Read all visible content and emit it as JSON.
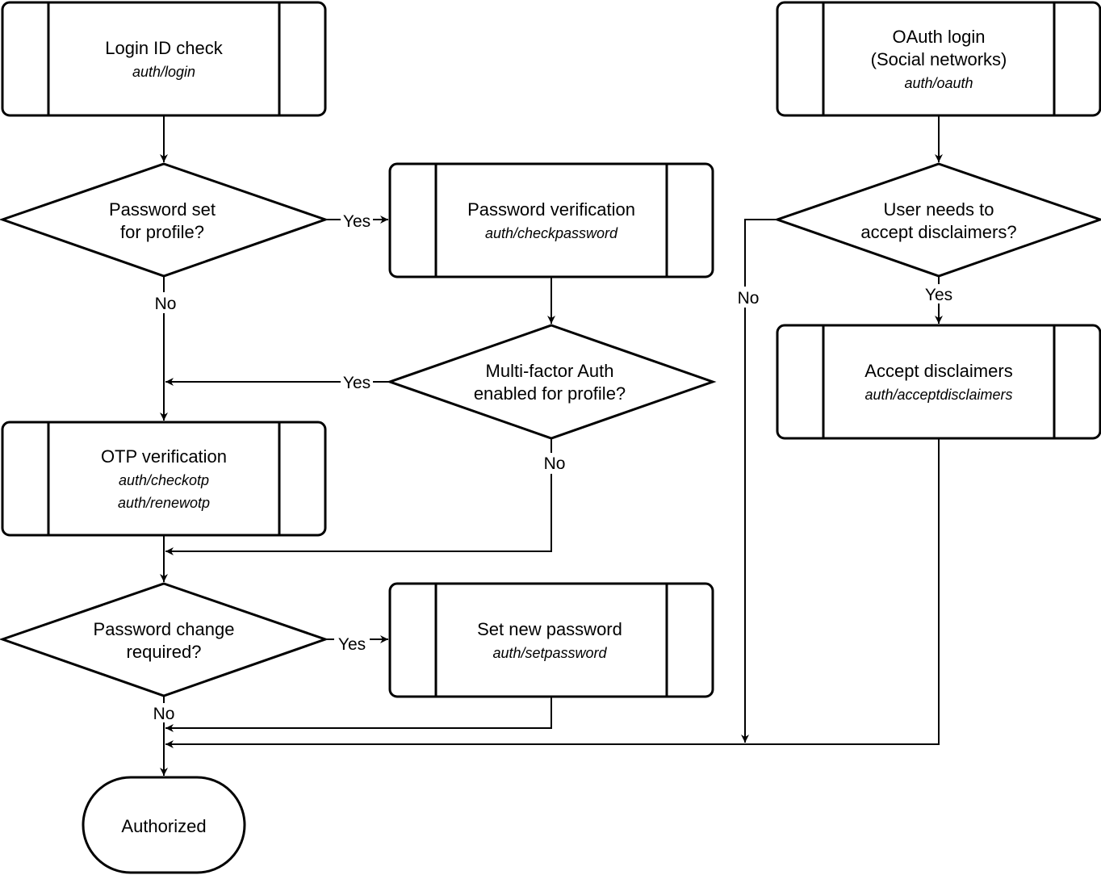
{
  "nodes": {
    "login_id_check": {
      "title": "Login ID check",
      "subtitle": [
        "auth/login"
      ]
    },
    "oauth_login": {
      "title": [
        "OAuth login",
        "(Social networks)"
      ],
      "subtitle": [
        "auth/oauth"
      ]
    },
    "password_set": {
      "text": [
        "Password set",
        "for profile?"
      ]
    },
    "password_verification": {
      "title": "Password verification",
      "subtitle": [
        "auth/checkpassword"
      ]
    },
    "disclaimers_needed": {
      "text": [
        "User needs to",
        "accept disclaimers?"
      ]
    },
    "mfa_enabled": {
      "text": [
        "Multi-factor Auth",
        "enabled for profile?"
      ]
    },
    "accept_disclaimers": {
      "title": "Accept disclaimers",
      "subtitle": [
        "auth/acceptdisclaimers"
      ]
    },
    "otp_verification": {
      "title": "OTP verification",
      "subtitle": [
        "auth/checkotp",
        "auth/renewotp"
      ]
    },
    "password_change_required": {
      "text": [
        "Password change",
        "required?"
      ]
    },
    "set_new_password": {
      "title": "Set new password",
      "subtitle": [
        "auth/setpassword"
      ]
    },
    "authorized": {
      "title": "Authorized"
    }
  },
  "edge_labels": {
    "password_set_yes": "Yes",
    "password_set_no": "No",
    "mfa_yes": "Yes",
    "mfa_no": "No",
    "disclaimers_yes": "Yes",
    "disclaimers_no": "No",
    "password_change_yes": "Yes",
    "password_change_no": "No"
  },
  "colors": {
    "stroke": "#000000",
    "fill": "#ffffff",
    "text": "#000000"
  }
}
